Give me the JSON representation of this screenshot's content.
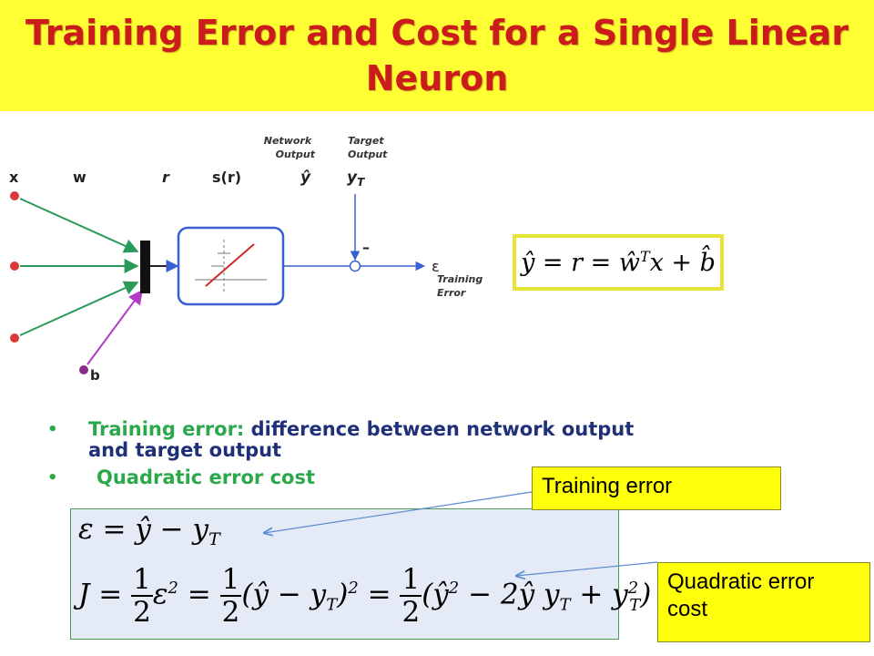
{
  "title": "Training Error and Cost for a Single Linear Neuron",
  "diagram": {
    "labels": {
      "x": "x",
      "w": "w",
      "r": "r",
      "s": "s(r)",
      "network_output": "Network Output",
      "yhat": "ŷ",
      "target_output": "Target Output",
      "yT": "yT",
      "minus": "–",
      "epsilon": "ε",
      "training_error": "Training Error",
      "b": "b"
    },
    "colors": {
      "input_arrow": "#2a9a5a",
      "bias_arrow": "#b03cc8",
      "input_dot": "#d83a3a",
      "bias_dot": "#8a2b8a",
      "wire": "#3a5fd0",
      "activation_line": "#cc2a2a"
    }
  },
  "formula_box": {
    "lhs": "ŷ = r = ŵ",
    "sup": "T",
    "rhs": "x + b̂"
  },
  "bullets": [
    {
      "lead": "Training error:",
      "text": " difference between network output and target output"
    },
    {
      "lead": "Quadratic error cost",
      "text": ""
    }
  ],
  "equations": {
    "eq1": "ε = ŷ − y",
    "eq1_sub": "T",
    "one": "1",
    "two": "2"
  },
  "callouts": {
    "training_error": "Training error",
    "quadratic_cost": "Quadratic error cost"
  }
}
